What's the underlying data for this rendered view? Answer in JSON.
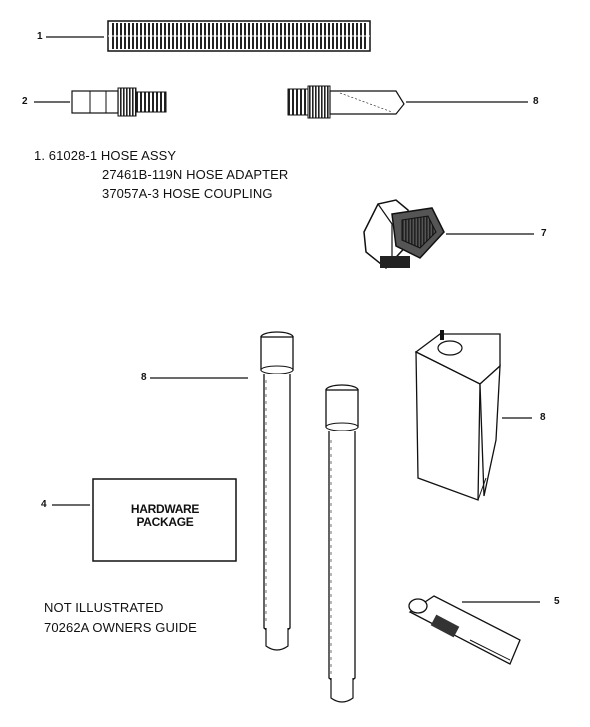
{
  "callouts": {
    "c1": "1",
    "c2": "2",
    "c3": "8",
    "c4": "7",
    "c5": "8",
    "c6": "8",
    "c7": "4",
    "c8": "5"
  },
  "parts_list": {
    "line1": "1.  61028-1 HOSE ASSY",
    "line2": "27461B-119N HOSE ADAPTER",
    "line3": "37057A-3 HOSE COUPLING"
  },
  "hardware_box": {
    "line1": "HARDWARE",
    "line2": "PACKAGE"
  },
  "not_illustrated": {
    "line1": "NOT ILLUSTRATED",
    "line2": "70262A OWNERS GUIDE"
  }
}
